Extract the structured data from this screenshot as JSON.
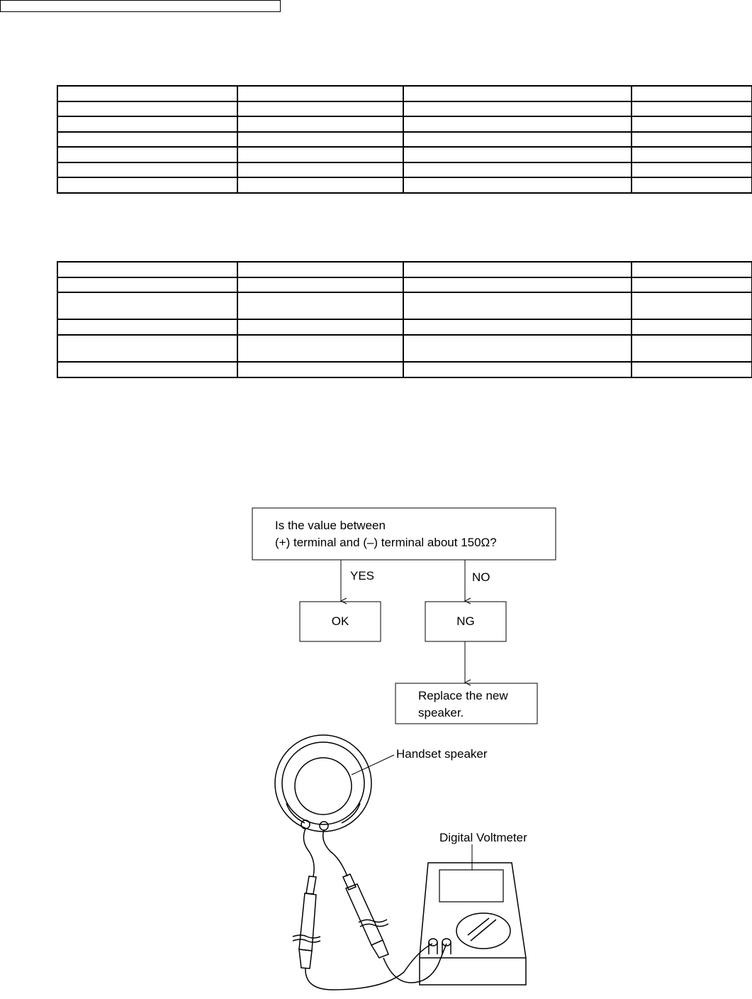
{
  "table_1": {
    "row_heights": [
      22,
      21,
      22,
      21,
      22,
      21,
      22
    ],
    "columns": 4
  },
  "table_2": {
    "row_heights": [
      22,
      21,
      38,
      22,
      38,
      22
    ],
    "columns": 4
  },
  "flowchart": {
    "question_line1": "Is the value between",
    "question_line2": "(+) terminal and (–) terminal about 150Ω?",
    "yes_label": "YES",
    "no_label": "NO",
    "ok_label": "OK",
    "ng_label": "NG",
    "replace_line1": "Replace the new",
    "replace_line2": "speaker."
  },
  "illustration": {
    "speaker_label": "Handset speaker",
    "voltmeter_label": "Digital Voltmeter"
  }
}
